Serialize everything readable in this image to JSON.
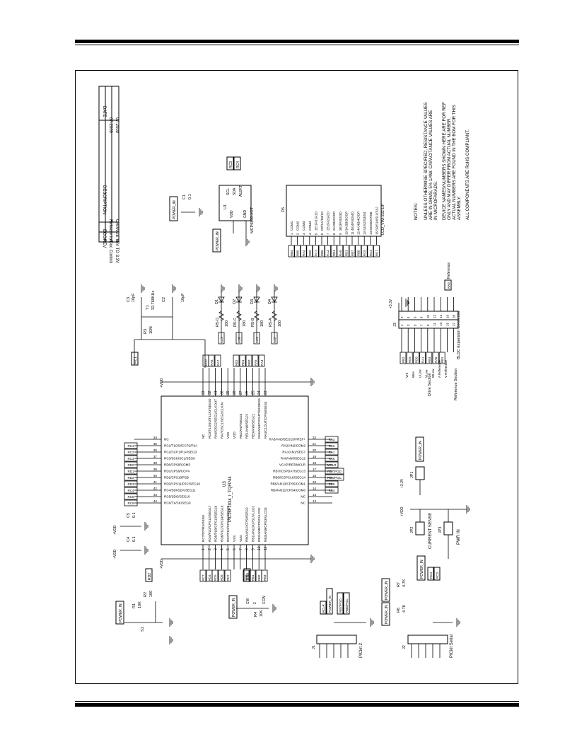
{
  "revision_table": {
    "headers": [
      "REV",
      "ECO#",
      "DESCRIPTION",
      "DATE"
    ],
    "rows": [
      [
        "A",
        "-",
        "Release to Doc Control",
        "07-2009"
      ],
      [
        "B",
        "-",
        "CHANGE +5V TO 3.3V",
        "07-2009"
      ]
    ]
  },
  "notes": {
    "title": "NOTES:",
    "lines": [
      "UNLESS OTHERWISE SPECIFIED, RESISTANCE VALUES",
      "ARE IN OHMS, 5% 1/4W.  CAPACITANCE VALUES ARE",
      "IN MICROFARADS.",
      "DEVICE NAMES/NUMBERS SHOWN HERE ARE FOR REF",
      "ONLY AND MAY DIFFER FROM ACTUAL NUMBER.",
      "ACTUAL NUMBERS ARE FOUND IN THE BOM FOR THIS",
      "ASSEMBLY.",
      "ALL COMPONENTS ARE RoHS COMPLIANT."
    ]
  },
  "mcu": {
    "ref": "U3",
    "part": "PIC16F1934_I_TQFP44",
    "top_pins": [
      {
        "num": "33",
        "name": "NC"
      },
      {
        "num": "32",
        "name": "RC0/T1OSO/T1CKI/SEG40"
      },
      {
        "num": "31",
        "name": "RA6/OSC2/SEG1/CLKOUT"
      },
      {
        "num": "30",
        "name": "RA7/OSC1/SEG2/CLKIN"
      },
      {
        "num": "29",
        "name": "VSS"
      },
      {
        "num": "28",
        "name": "VDD"
      },
      {
        "num": "27",
        "name": "RE2/AN7/SEG23"
      },
      {
        "num": "26",
        "name": "RE1/AN6/SEG22"
      },
      {
        "num": "25",
        "name": "RE0/AN5/SEG21"
      },
      {
        "num": "24",
        "name": "RA5/AN4/C2OUT/SS/SEG5"
      },
      {
        "num": "23",
        "name": "RA4/C1OUT/CPS6/SEG4"
      }
    ],
    "left_pins": [
      {
        "num": "34",
        "name": "NC"
      },
      {
        "num": "35",
        "name": "RC1/T1OSI/CCP2/P2A"
      },
      {
        "num": "36",
        "name": "RC2/CCP1/P1A/SEG3"
      },
      {
        "num": "37",
        "name": "RC3/SCK/SCL/SEG6"
      },
      {
        "num": "38",
        "name": "RD0/CPS8/COM3"
      },
      {
        "num": "39",
        "name": "RD1/CPS9/CCP4"
      },
      {
        "num": "40",
        "name": "RD2/CPS10/P2B"
      },
      {
        "num": "41",
        "name": "RD3/CPS11/P2C/SEG16"
      },
      {
        "num": "42",
        "name": "RC4/SDI/SDA/SEG11"
      },
      {
        "num": "43",
        "name": "RC5/SDO/SEG10"
      },
      {
        "num": "44",
        "name": "RC6/TX/CK/SEG9"
      }
    ],
    "right_pins": [
      {
        "num": "22",
        "name": "RA3/AN3/SEG15/VREF+"
      },
      {
        "num": "21",
        "name": "RA2/AN2/COM2"
      },
      {
        "num": "20",
        "name": "RA1/AN1/SEG7"
      },
      {
        "num": "19",
        "name": "RA0/AN0/SEG12"
      },
      {
        "num": "18",
        "name": "VCAP/RE3/MCLR"
      },
      {
        "num": "17",
        "name": "RB7/ICSPDAT/SEG13"
      },
      {
        "num": "16",
        "name": "RB6/ICSPCLK/SEG14"
      },
      {
        "num": "15",
        "name": "RB5/AN13/CPS5/COM1"
      },
      {
        "num": "14",
        "name": "RB4/AN11/CPS4/COM0"
      },
      {
        "num": "13",
        "name": "NC"
      },
      {
        "num": "12",
        "name": "NC"
      }
    ],
    "bottom_pins": [
      {
        "num": "1",
        "name": "RC7/DT/RX/SEG8"
      },
      {
        "num": "2",
        "name": "RD4/P2D/CPS12/SEG17"
      },
      {
        "num": "3",
        "name": "RD5/P1B/CPS13/SEG18"
      },
      {
        "num": "4",
        "name": "RD6/P1C/CPS14/SEG19"
      },
      {
        "num": "5",
        "name": "RD7/P1D/CPS15/SEG20"
      },
      {
        "num": "6",
        "name": "VSS"
      },
      {
        "num": "7",
        "name": "VDD"
      },
      {
        "num": "8",
        "name": "RB0/AN12/CPS0/SEG0"
      },
      {
        "num": "9",
        "name": "RB1/AN10/CPS1/VLCD1"
      },
      {
        "num": "10",
        "name": "RB2/AN8/CPS2/VLCD2"
      },
      {
        "num": "11",
        "name": "RB3/AN9/CPS3/VLCD3"
      }
    ],
    "left_nets": [
      "RC1",
      "RC2",
      "RC3",
      "RD0",
      "RD1",
      "RD2",
      "RD3",
      "RC4",
      "RC5",
      "RC6"
    ],
    "right_nets": [
      "RA3",
      "RA2",
      "RA1",
      "RA0",
      "MCLR",
      "RB7/PGD",
      "RB6/PGC",
      "RB5",
      "RB4"
    ],
    "top_nets": [
      "RC0",
      "RA6",
      "RA7",
      "RE2",
      "RE1",
      "RE0",
      "RA5",
      "RA4"
    ],
    "bottom_nets": [
      "RC7",
      "RD4",
      "RD5",
      "RD6",
      "RD7",
      "RB0",
      "RB1",
      "RB2",
      "RB3"
    ]
  },
  "lcd": {
    "ref": "D5",
    "part": "LCD_VIM-332-DP",
    "pins": [
      {
        "num": "1",
        "name": "COM1",
        "net": "RB4"
      },
      {
        "num": "2",
        "name": "COM2",
        "net": "RB5"
      },
      {
        "num": "3",
        "name": "COM3",
        "net": "RA2"
      },
      {
        "num": "4",
        "name": "COM4",
        "net": "RD0"
      },
      {
        "num": "5",
        "name": "1E/1F/1G/1D",
        "net": "RC3"
      },
      {
        "num": "6",
        "name": "DP/1A/1B/1C",
        "net": "RB6"
      },
      {
        "num": "7",
        "name": "2E/2F/2G/2D",
        "net": "RA4"
      },
      {
        "num": "8",
        "name": "2A/2B/2C/DP",
        "net": "RD4"
      },
      {
        "num": "9",
        "name": "3E/3F/3G/3D",
        "net": "RA5"
      },
      {
        "num": "10",
        "name": "3A/3B/3C/DP",
        "net": "RD3"
      },
      {
        "num": "11",
        "name": "4E/4F/4G/4D",
        "net": "RB7"
      },
      {
        "num": "12",
        "name": "4A/4B/4C/DP",
        "net": "RB0"
      },
      {
        "num": "13",
        "name": "S1/S2/S3/S4",
        "net": "RC5"
      },
      {
        "num": "14",
        "name": "S5/S6/S7/S8",
        "net": "RC4"
      },
      {
        "num": "15",
        "name": "S9/S10/S11/S12",
        "net": "RD7"
      }
    ]
  },
  "regulator": {
    "ref": "U1",
    "part": "MCP9800-I/OT",
    "pins": [
      {
        "num": "4",
        "name": "VDD"
      },
      {
        "num": "2",
        "name": "GND"
      },
      {
        "num": "5",
        "name": "SCL"
      },
      {
        "num": "1",
        "name": "SDA"
      },
      {
        "num": "3",
        "name": "ALERT"
      }
    ],
    "nets": [
      "RC3",
      "RC4"
    ],
    "power": "POWER_IN"
  },
  "caps": [
    {
      "ref": "C1",
      "value": "0.1"
    },
    {
      "ref": "C2",
      "value": "10pF"
    },
    {
      "ref": "C3",
      "value": "10pF"
    },
    {
      "ref": "C4",
      "value": "0.1"
    },
    {
      "ref": "C5",
      "value": "0.1"
    }
  ],
  "crystal": {
    "ref": "Y1",
    "value": "32.768KHz",
    "res_ref": "R3",
    "res_value": "10M",
    "net": "RC1"
  },
  "leds": [
    {
      "ref": "D1",
      "res": "R5-D",
      "value": "180",
      "net": "RD3"
    },
    {
      "ref": "D2",
      "res": "R5-C",
      "value": "180",
      "net": "RE0"
    },
    {
      "ref": "D3",
      "res": "R5-B",
      "value": "180",
      "net": "RE1"
    },
    {
      "ref": "D4",
      "res": "R5-A",
      "value": "180",
      "net": "RE2"
    }
  ],
  "power_labels": {
    "vdd": "+VDD",
    "v33": "+3.3V",
    "power_in": "POWER_IN"
  },
  "switch": {
    "ref": "S1",
    "r1": "R1",
    "r1_value": "10K",
    "r2": "R2",
    "r2_value": "100",
    "net": "RD2"
  },
  "pot": {
    "ref": "R4",
    "value": "10K",
    "pins": [
      "CW",
      "2",
      "CCW"
    ],
    "net": "RB0"
  },
  "jumpers": [
    {
      "ref": "JP1",
      "net": "POWER_IN",
      "label": ""
    },
    {
      "ref": "JP2",
      "net": "+VDD",
      "label": "CURRENT SENSE"
    },
    {
      "ref": "JP3",
      "net": "",
      "label": "PWR IN"
    }
  ],
  "j1": {
    "ref": "J1",
    "title": "PICkit 2",
    "nets": [
      "MCLR",
      "POWER_IN",
      "RB7/PGD",
      "RB6/PGC"
    ]
  },
  "j2": {
    "ref": "J2",
    "title": "PICkit Serial",
    "r6": "R6",
    "r7": "R7",
    "rvalue": "4.7K",
    "nets": [
      "RC4",
      "RC3",
      "POWER_IN"
    ]
  },
  "j3": {
    "ref": "J3",
    "title": "BLDC Expansion Connector",
    "left_labels": [
      "+3.3V",
      "VHi",
      "WHi",
      "ULow",
      "VLow",
      "WLow",
      "A Reference",
      "V Reference"
    ],
    "left_nets": [
      "RB2",
      "RD5",
      "RD6",
      "RA1",
      "RB3",
      "RA0",
      "RB1"
    ],
    "right_nets": [
      "RA3",
      "RB1"
    ],
    "section_drive": "Drive Section",
    "section_ref": "Reference Section",
    "ref_label": "Reference"
  }
}
